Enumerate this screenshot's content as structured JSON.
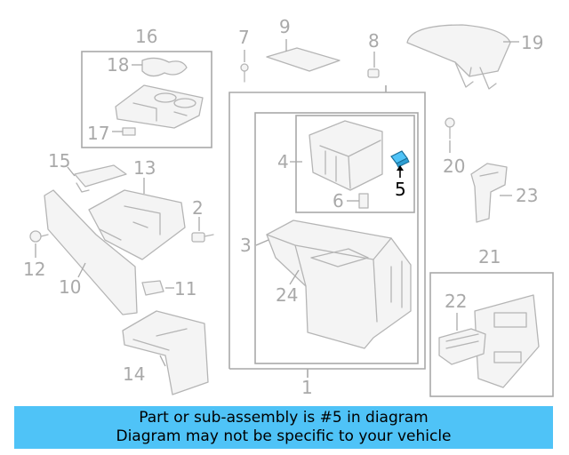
{
  "diagram": {
    "labels": [
      "1",
      "2",
      "3",
      "4",
      "5",
      "6",
      "7",
      "8",
      "9",
      "10",
      "11",
      "12",
      "13",
      "14",
      "15",
      "16",
      "17",
      "18",
      "19",
      "20",
      "21",
      "22",
      "23",
      "24"
    ],
    "highlighted_part": "5",
    "colors": {
      "line": "#a9a9a9",
      "highlight_part": "#4fc3f7",
      "highlight_label": "#000000",
      "banner": "#4fc3f7"
    }
  },
  "banner": {
    "line1": "Part or sub-assembly is #5 in diagram",
    "line2": "Diagram may not be specific to your vehicle"
  }
}
